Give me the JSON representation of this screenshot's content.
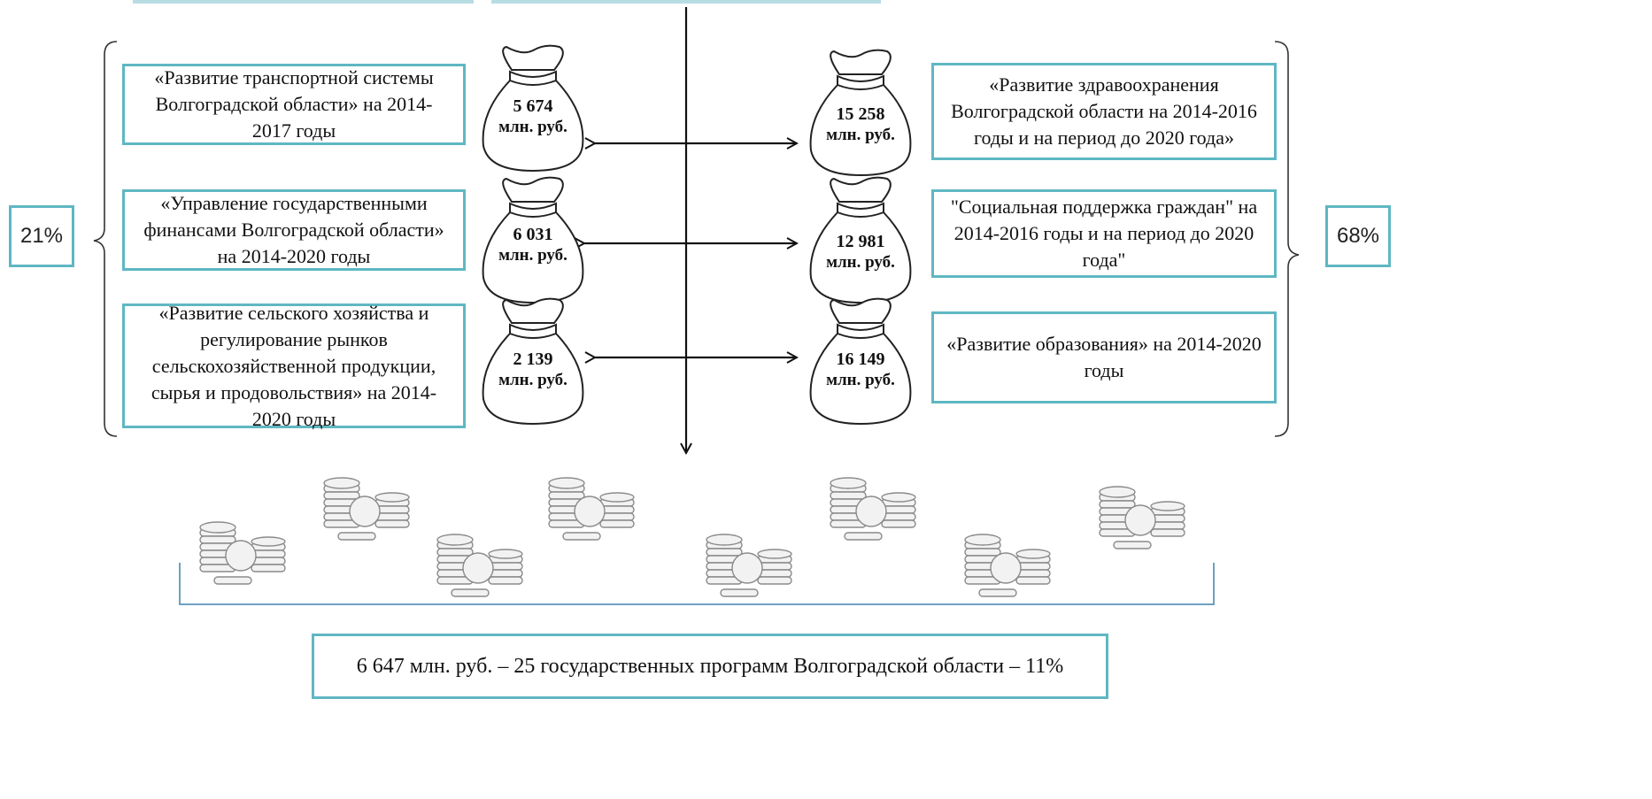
{
  "programs_left": [
    {
      "label": "«Развитие транспортной системы Волгоградской области» на 2014-2017 годы",
      "amount": "5 674",
      "unit": "млн. руб."
    },
    {
      "label": "«Управление государственными финансами Волгоградской области» на 2014-2020 годы",
      "amount": "6 031",
      "unit": "млн. руб."
    },
    {
      "label": "«Развитие сельского хозяйства и регулирование рынков сельскохозяйственной продукции, сырья и продовольствия» на 2014-2020 годы",
      "amount": "2 139",
      "unit": "млн. руб."
    }
  ],
  "programs_right": [
    {
      "label": "«Развитие здравоохранения Волгоградской области на 2014-2016 годы и на период до 2020 года»",
      "amount": "15 258",
      "unit": "млн. руб."
    },
    {
      "label": "\"Социальная поддержка граждан\" на 2014-2016 годы и на период до 2020 года\"",
      "amount": "12 981",
      "unit": "млн. руб."
    },
    {
      "label": "«Развитие образования» на 2014-2020 годы",
      "amount": "16 149",
      "unit": "млн. руб."
    }
  ],
  "left_share": "21%",
  "right_share": "68%",
  "bottom_text": "6 647 млн. руб. – 25 государственных программ Волгоградской области – 11%",
  "colors": {
    "box_border": "#5fb7c3",
    "bracket": "#6fa0c0",
    "line": "#111111"
  }
}
